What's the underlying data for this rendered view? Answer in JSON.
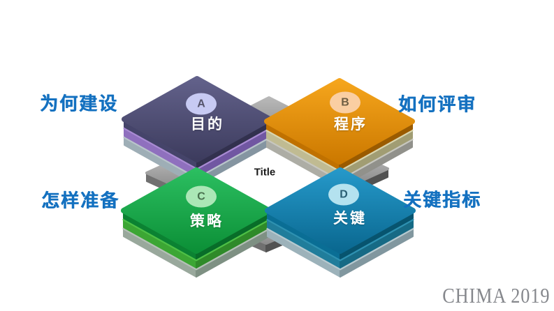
{
  "slide": {
    "background": "#ffffff"
  },
  "center_title": "Title",
  "watermark": {
    "text": "CHIMA 2019",
    "color": "#85878C"
  },
  "side_label_color": "#1471C0",
  "side_labels": {
    "top_left": "为何建设",
    "top_right": "如何评审",
    "bottom_left": "怎样准备",
    "bottom_right": "关键指标"
  },
  "platform": {
    "top_light": "#B8B8B8",
    "top_dark": "#8C8C8C",
    "side_left": "#707070",
    "side_right": "#525252"
  },
  "tiles": [
    {
      "id": "A",
      "letter": "A",
      "label": "目的",
      "circle_color": "#C7CAF3",
      "letter_color": "#55546B",
      "top_light": "#62618A",
      "top_dark": "#3D3C5E",
      "side_left": "#45446A",
      "side_right": "#32314E",
      "layer2": {
        "top": "#A98BD3",
        "left": "#8F70BE",
        "right": "#7157A2"
      },
      "layer3": {
        "top": "#B9C4CB",
        "left": "#9EAEB6",
        "right": "#8595A1"
      }
    },
    {
      "id": "B",
      "letter": "B",
      "label": "程序",
      "circle_color": "#FACEA2",
      "letter_color": "#6E5E43",
      "top_light": "#F5A51C",
      "top_dark": "#CC7900",
      "side_left": "#C07100",
      "side_right": "#9A5B00",
      "layer2": {
        "top": "#D9D5AE",
        "left": "#C0BB92",
        "right": "#A19D73"
      },
      "layer3": {
        "top": "#C7C7BF",
        "left": "#ADADA5",
        "right": "#91918B"
      }
    },
    {
      "id": "C",
      "letter": "C",
      "label": "策略",
      "circle_color": "#ABE7B6",
      "letter_color": "#49714F",
      "top_light": "#2BBE60",
      "top_dark": "#0C9037",
      "side_left": "#0B8232",
      "side_right": "#086D29",
      "layer2": {
        "top": "#4EC046",
        "left": "#3CA634",
        "right": "#2F8A29"
      },
      "layer3": {
        "top": "#B4C1B6",
        "left": "#99A89C",
        "right": "#7E9083"
      }
    },
    {
      "id": "D",
      "letter": "D",
      "label": "关键",
      "circle_color": "#B4E2EF",
      "letter_color": "#2B5F74",
      "top_light": "#2598C9",
      "top_dark": "#0A6890",
      "side_left": "#0A6E95",
      "side_right": "#07546F",
      "layer2": {
        "top": "#2E91B1",
        "left": "#207D9B",
        "right": "#166A85"
      },
      "layer3": {
        "top": "#B7CAD0",
        "left": "#9CB2BA",
        "right": "#81979F"
      }
    }
  ]
}
